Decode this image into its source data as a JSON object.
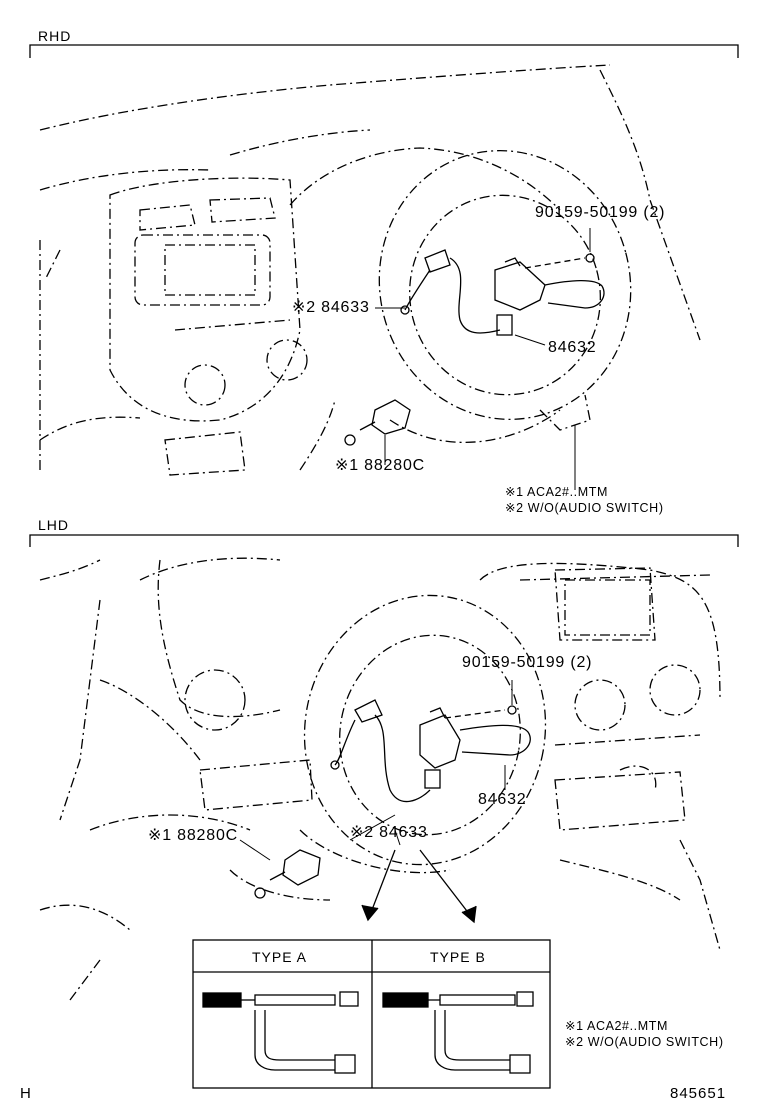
{
  "sections": {
    "rhd": {
      "title": "RHD",
      "parts": {
        "screw": "90159-50199 (2)",
        "wire_harness": "※2 84633",
        "switch": "84632",
        "stop_lamp_switch": "※1 88280C"
      },
      "notes": [
        "※1 ACA2#..MTM",
        "※2 W/O(AUDIO SWITCH)"
      ]
    },
    "lhd": {
      "title": "LHD",
      "parts": {
        "screw": "90159-50199 (2)",
        "switch": "84632",
        "stop_lamp_switch": "※1 88280C",
        "wire_harness": "※2 84633"
      },
      "types": [
        "TYPE A",
        "TYPE B"
      ],
      "notes": [
        "※1 ACA2#..MTM",
        "※2 W/O(AUDIO SWITCH)"
      ]
    }
  },
  "footer": {
    "left": "H",
    "right": "845651"
  }
}
